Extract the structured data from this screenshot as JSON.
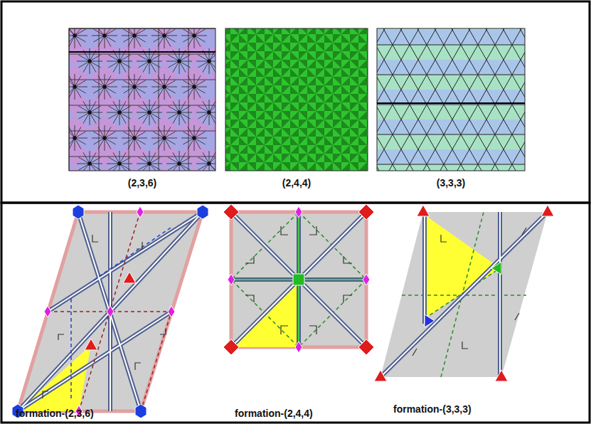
{
  "diagram": {
    "labels": [
      "(2,3,6)",
      "(2,4,4)",
      "(3,3,3)",
      "formation-(2,3,6)",
      "formation-(2,4,4)",
      "formation-(3,3,3)"
    ]
  }
}
